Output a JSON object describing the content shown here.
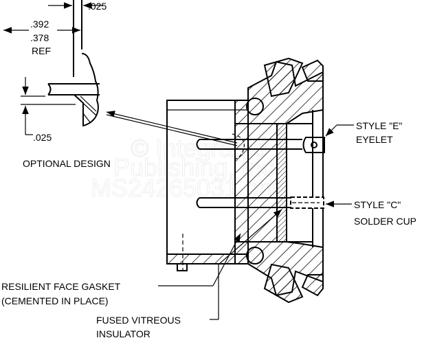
{
  "dimensions": {
    "top_thickness": ".025",
    "width_max": ".392",
    "width_min": ".378",
    "width_ref": "REF",
    "side_thickness": ".025"
  },
  "labels": {
    "optional_design": "OPTIONAL DESIGN",
    "eyelet_line1": "STYLE \"E\"",
    "eyelet_line2": "EYELET",
    "solder_line1": "STYLE \"C\"",
    "solder_line2": "SOLDER CUP",
    "gasket_line1": "RESILIENT FACE GASKET",
    "gasket_line2": "(CEMENTED IN PLACE)",
    "insulator_line1": "FUSED VITREOUS",
    "insulator_line2": "INSULATOR"
  },
  "watermark": {
    "line1": "© Integrated",
    "line2": "Publishing, Inc.",
    "line3": "MS24265031.png"
  }
}
